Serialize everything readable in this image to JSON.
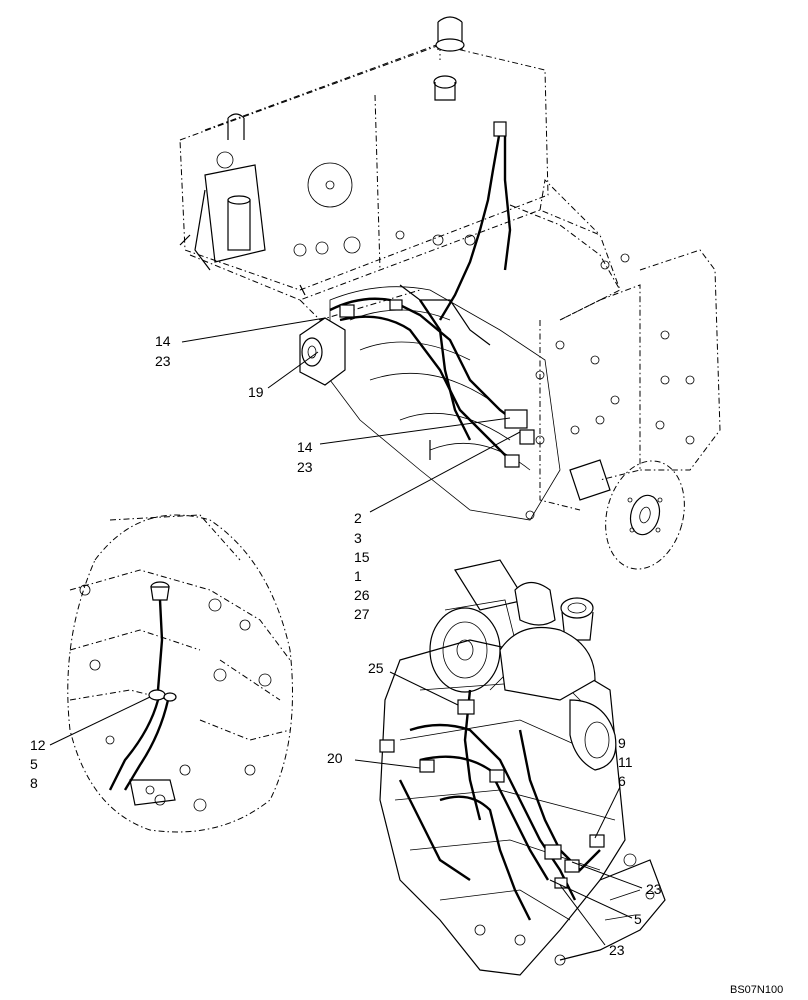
{
  "callouts": [
    {
      "lines": [
        "14",
        "23"
      ]
    },
    {
      "lines": [
        "19"
      ]
    },
    {
      "lines": [
        "14",
        "23"
      ]
    },
    {
      "lines": [
        "2",
        "3",
        "15",
        "1",
        "26",
        "27"
      ]
    },
    {
      "lines": [
        "12",
        "5",
        "8"
      ]
    },
    {
      "lines": [
        "25"
      ]
    },
    {
      "lines": [
        "20"
      ]
    },
    {
      "lines": [
        "9",
        "11",
        "6"
      ]
    },
    {
      "lines": [
        "23"
      ]
    },
    {
      "lines": [
        "5"
      ]
    },
    {
      "lines": [
        "23"
      ]
    }
  ],
  "reference_code": "BS07N100"
}
